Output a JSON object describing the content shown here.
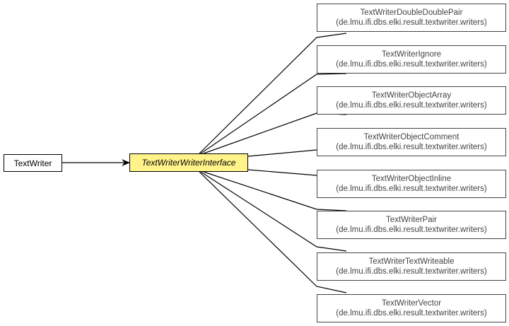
{
  "nodes": {
    "root": {
      "label": "TextWriter"
    },
    "focus": {
      "label": "TextWriterWriterInterface"
    },
    "children": [
      {
        "name": "TextWriterDoubleDoublePair",
        "package": "(de.lmu.ifi.dbs.elki.result.textwriter.writers)"
      },
      {
        "name": "TextWriterIgnore",
        "package": "(de.lmu.ifi.dbs.elki.result.textwriter.writers)"
      },
      {
        "name": "TextWriterObjectArray",
        "package": "(de.lmu.ifi.dbs.elki.result.textwriter.writers)"
      },
      {
        "name": "TextWriterObjectComment",
        "package": "(de.lmu.ifi.dbs.elki.result.textwriter.writers)"
      },
      {
        "name": "TextWriterObjectInline",
        "package": "(de.lmu.ifi.dbs.elki.result.textwriter.writers)"
      },
      {
        "name": "TextWriterPair",
        "package": "(de.lmu.ifi.dbs.elki.result.textwriter.writers)"
      },
      {
        "name": "TextWriterTextWriteable",
        "package": "(de.lmu.ifi.dbs.elki.result.textwriter.writers)"
      },
      {
        "name": "TextWriterVector",
        "package": "(de.lmu.ifi.dbs.elki.result.textwriter.writers)"
      }
    ]
  },
  "colors": {
    "focus_fill": "#fff38a",
    "edge": "#000000",
    "child_text": "#444444"
  }
}
